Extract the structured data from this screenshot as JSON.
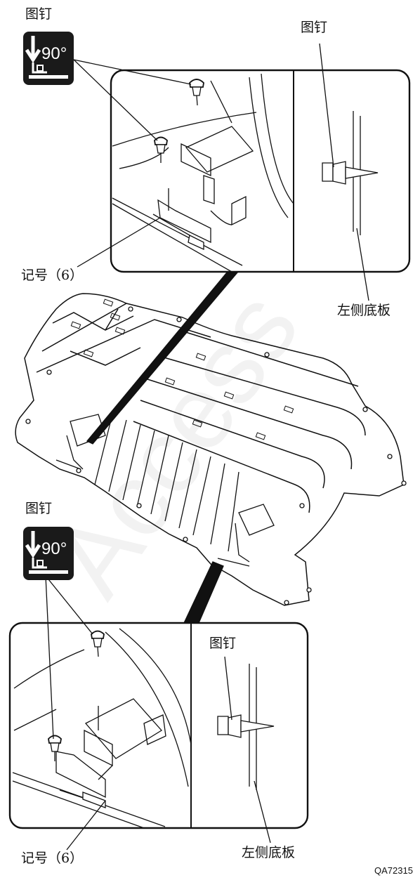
{
  "labels": {
    "top_icon_label": "图钉",
    "top_pin_label": "图钉",
    "top_mark_label": "记号（6）",
    "top_floor_label": "左侧底板",
    "bottom_icon_label": "图钉",
    "bottom_pin_label": "图钉",
    "bottom_mark_label": "记号（6）",
    "bottom_floor_label": "左侧底板"
  },
  "icon": {
    "angle_text": "90°"
  },
  "watermark": "Access",
  "figure_code": "QA72315"
}
